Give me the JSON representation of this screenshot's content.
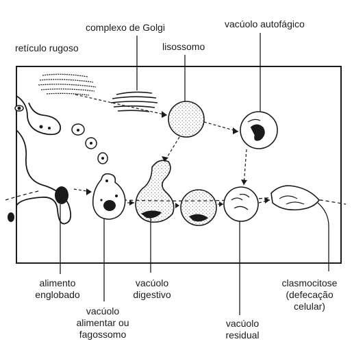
{
  "labels": {
    "reticulo_rugoso": "retículo rugoso",
    "complexo_golgi": "complexo de Golgi",
    "lisossomo": "lisossomo",
    "vacuolo_autofagico": "vacúolo autofágico",
    "alimento_englobado": [
      "alimento",
      "englobado"
    ],
    "vacuolo_alimentar": [
      "vacúolo",
      "alimentar ou",
      "fagossomo"
    ],
    "vacuolo_digestivo": [
      "vacúolo",
      "digestivo"
    ],
    "vacuolo_residual": [
      "vacúolo",
      "residual"
    ],
    "clasmocitose": [
      "clasmocitose",
      "(defecação",
      "celular)"
    ]
  },
  "colors": {
    "ink": "#1a1a1a",
    "paper": "#ffffff"
  }
}
